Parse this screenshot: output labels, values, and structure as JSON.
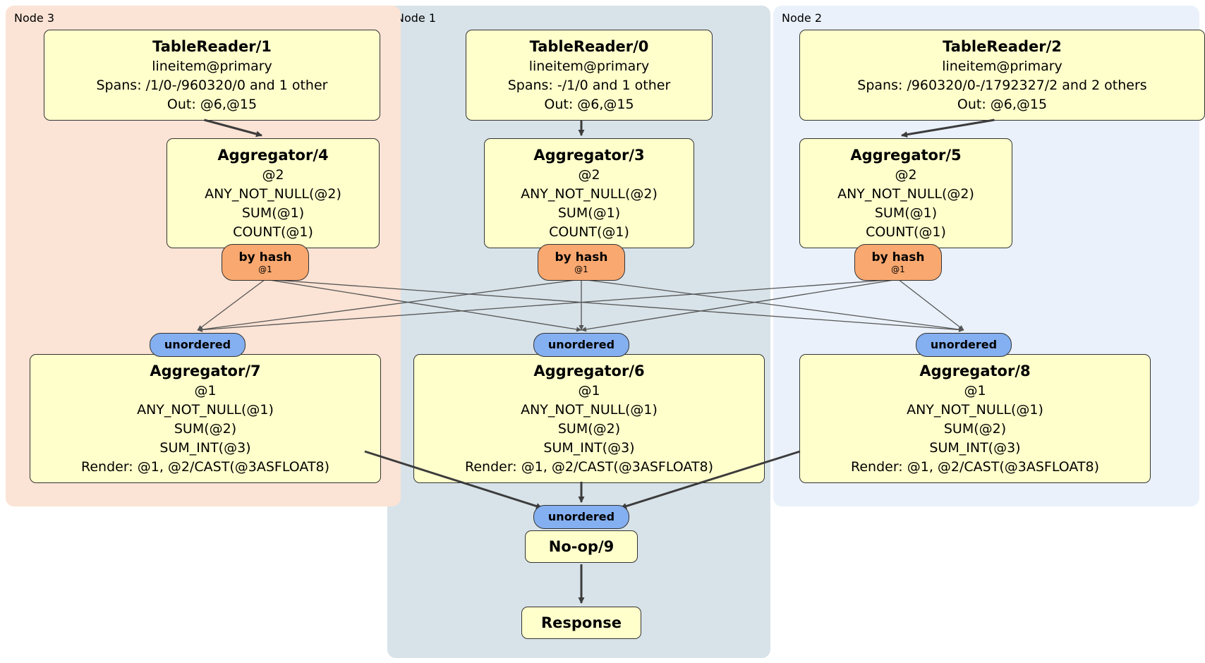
{
  "colors": {
    "page_bg": "#ffffff",
    "node3_bg": "#fbe3d5",
    "node1_bg": "#d8e3e9",
    "node2_bg": "#eaf1fa",
    "box_fill": "#ffffcc",
    "box_border": "#333333",
    "router_fill": "#f9a870",
    "stream_fill": "#84aff0",
    "edge_color": "#3c3c3c"
  },
  "nodes": [
    {
      "label": "Node 3",
      "table_reader": {
        "title": "TableReader/1",
        "lines": [
          "lineitem@primary",
          "Spans: /1/0-/960320/0 and 1 other",
          "Out: @6,@15"
        ]
      },
      "aggregator_top": {
        "title": "Aggregator/4",
        "lines": [
          "@2",
          "ANY_NOT_NULL(@2)",
          "SUM(@1)",
          "COUNT(@1)"
        ]
      },
      "router": {
        "label": "by hash",
        "detail": "@1"
      },
      "stream": {
        "label": "unordered"
      },
      "aggregator_bottom": {
        "title": "Aggregator/7",
        "lines": [
          "@1",
          "ANY_NOT_NULL(@1)",
          "SUM(@2)",
          "SUM_INT(@3)",
          "Render: @1, @2/CAST(@3ASFLOAT8)"
        ]
      }
    },
    {
      "label": "Node 1",
      "table_reader": {
        "title": "TableReader/0",
        "lines": [
          "lineitem@primary",
          "Spans: -/1/0 and 1 other",
          "Out: @6,@15"
        ]
      },
      "aggregator_top": {
        "title": "Aggregator/3",
        "lines": [
          "@2",
          "ANY_NOT_NULL(@2)",
          "SUM(@1)",
          "COUNT(@1)"
        ]
      },
      "router": {
        "label": "by hash",
        "detail": "@1"
      },
      "stream": {
        "label": "unordered"
      },
      "aggregator_bottom": {
        "title": "Aggregator/6",
        "lines": [
          "@1",
          "ANY_NOT_NULL(@1)",
          "SUM(@2)",
          "SUM_INT(@3)",
          "Render: @1, @2/CAST(@3ASFLOAT8)"
        ]
      }
    },
    {
      "label": "Node 2",
      "table_reader": {
        "title": "TableReader/2",
        "lines": [
          "lineitem@primary",
          "Spans: /960320/0-/1792327/2 and 2 others",
          "Out: @6,@15"
        ]
      },
      "aggregator_top": {
        "title": "Aggregator/5",
        "lines": [
          "@2",
          "ANY_NOT_NULL(@2)",
          "SUM(@1)",
          "COUNT(@1)"
        ]
      },
      "router": {
        "label": "by hash",
        "detail": "@1"
      },
      "stream": {
        "label": "unordered"
      },
      "aggregator_bottom": {
        "title": "Aggregator/8",
        "lines": [
          "@1",
          "ANY_NOT_NULL(@1)",
          "SUM(@2)",
          "SUM_INT(@3)",
          "Render: @1, @2/CAST(@3ASFLOAT8)"
        ]
      }
    }
  ],
  "final": {
    "stream_label": "unordered",
    "noop_title": "No-op/9",
    "response_title": "Response"
  }
}
